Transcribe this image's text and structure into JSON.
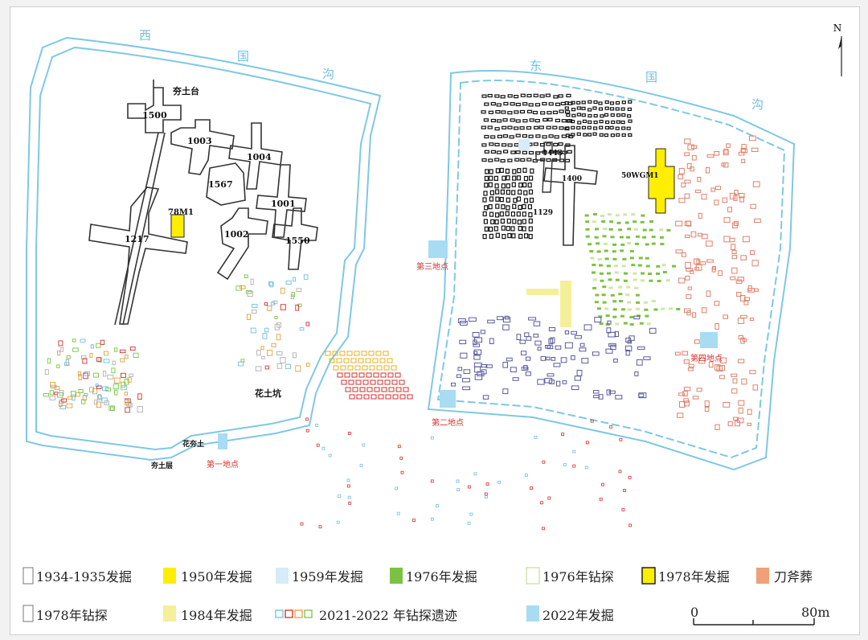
{
  "colors": {
    "moat": "#7ec8e3",
    "tomb_outline": "#333333",
    "y1950": "#ffee00",
    "y1959": "#d6ecf6",
    "y1976_dig": "#7cc242",
    "y1976_probe": "#cfe6a8",
    "y1978_dig": "#ffee00",
    "daofu": "#f0a078",
    "y1984": "#f6ef9a",
    "y2022": "#a8dcf2",
    "red_label": "#d0312d",
    "y1978_probe": "#6a6aa8"
  },
  "north": {
    "label": "N"
  },
  "moats": {
    "west": [
      "西",
      "国",
      "沟"
    ],
    "east": [
      "东",
      "国",
      "沟"
    ]
  },
  "tombs": {
    "t1500": "1500",
    "t1003": "1003",
    "t1004": "1004",
    "t1567": "1567",
    "t1001": "1001",
    "t1002": "1002",
    "t1550": "1550",
    "t1217": "1217",
    "t1400": "1400",
    "t1443": "1443",
    "t1129": "1129",
    "m78": "78M1",
    "wgm1": "50WGM1"
  },
  "places": {
    "hangtutai": "夯土台",
    "huatukeng": "花土坑",
    "huahangtu": "花夯土",
    "hangtuceng": "夯土层",
    "site1": "第一地点",
    "site2": "第二地点",
    "site3": "第三地点",
    "site4": "第四地点"
  },
  "legend": {
    "items": [
      {
        "key": "outline",
        "label": "1934-1935发掘"
      },
      {
        "key": "y1950",
        "label": "1950年发掘"
      },
      {
        "key": "y1959",
        "label": "1959年发掘"
      },
      {
        "key": "y1976_dig",
        "label": "1976年发掘"
      },
      {
        "key": "y1976_probe",
        "label": "1976年钻探"
      },
      {
        "key": "y1978_dig",
        "label": "1978年发掘"
      },
      {
        "key": "daofu",
        "label": "刀斧葬"
      },
      {
        "key": "y1978_probe",
        "label": "1978年钻探"
      },
      {
        "key": "y1984",
        "label": "1984年发掘"
      },
      {
        "key": "multi",
        "label": "2021-2022 年钻探遗迹"
      },
      {
        "key": "y2022",
        "label": "2022年发掘"
      }
    ],
    "scale_start": "0",
    "scale_end": "80m"
  }
}
